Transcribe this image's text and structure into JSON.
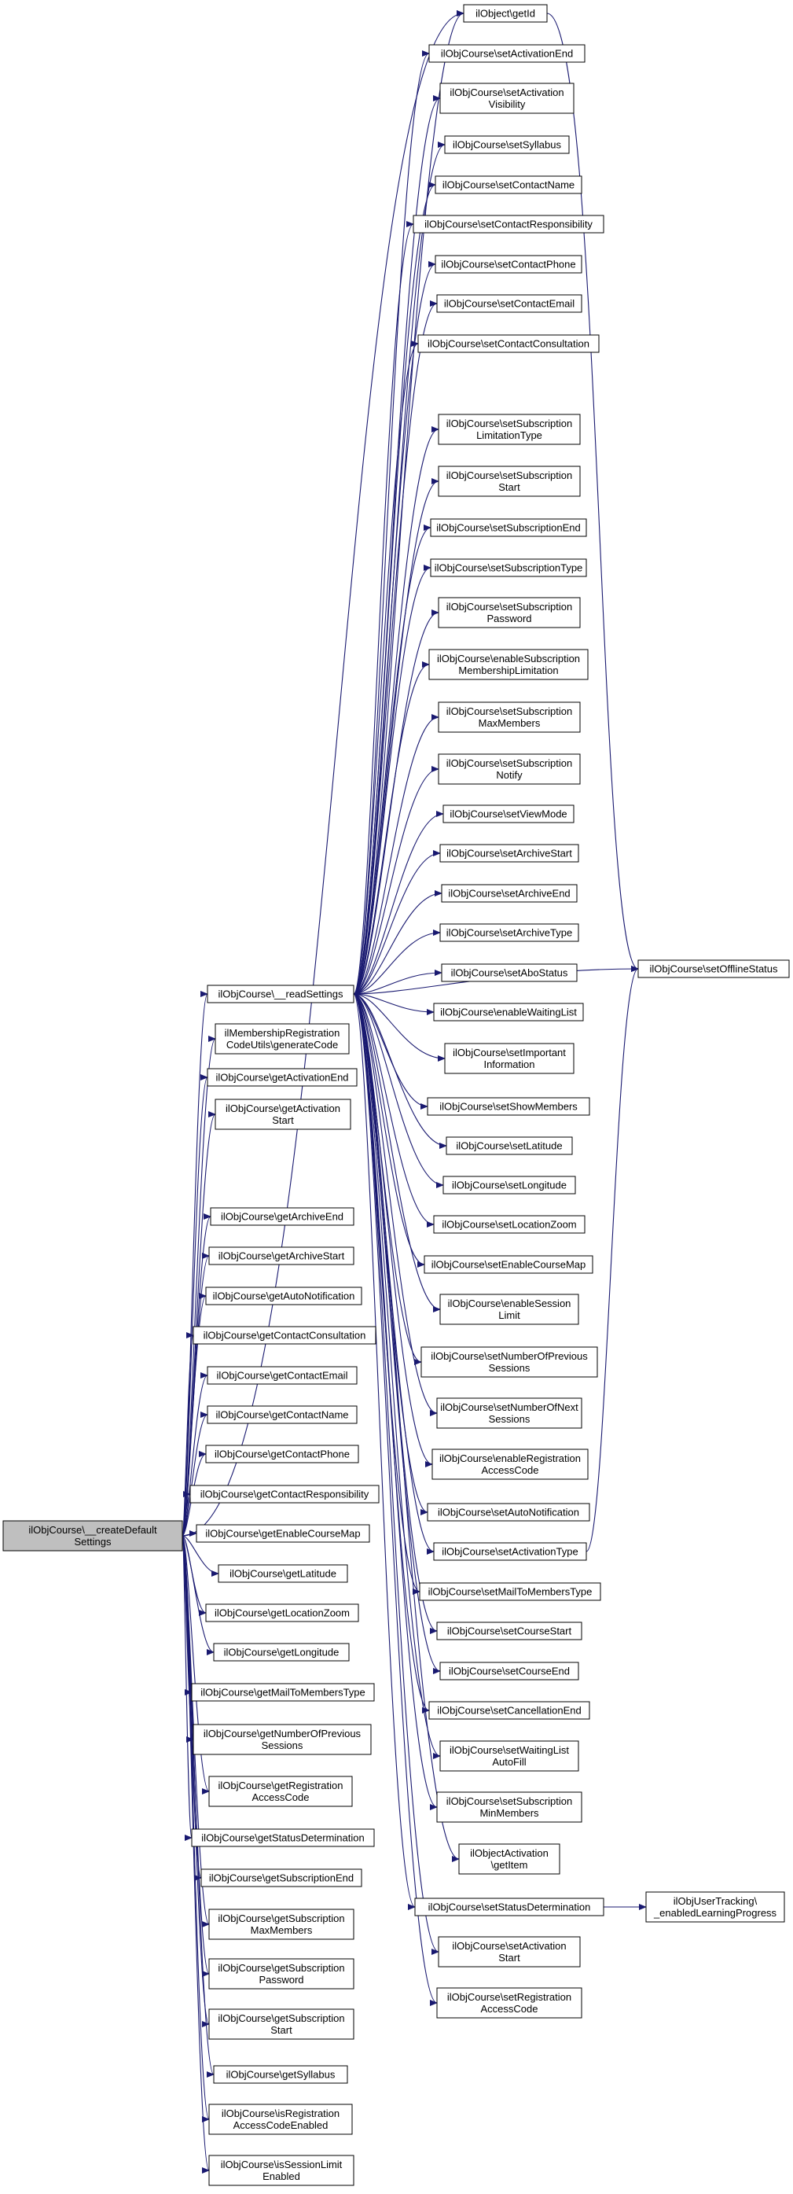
{
  "root": {
    "id": "root",
    "lines": [
      "ilObjCourse\\__createDefault",
      "Settings"
    ]
  },
  "mid_nodes": [
    {
      "id": "rs",
      "lines": [
        "ilObjCourse\\__readSettings"
      ]
    },
    {
      "id": "m1",
      "lines": [
        "ilMembershipRegistration",
        "CodeUtils\\generateCode"
      ]
    },
    {
      "id": "m2",
      "lines": [
        "ilObjCourse\\getActivationEnd"
      ]
    },
    {
      "id": "m3",
      "lines": [
        "ilObjCourse\\getActivation",
        "Start"
      ]
    },
    {
      "id": "m4",
      "lines": [
        "ilObjCourse\\getArchiveEnd"
      ]
    },
    {
      "id": "m5",
      "lines": [
        "ilObjCourse\\getArchiveStart"
      ]
    },
    {
      "id": "m6",
      "lines": [
        "ilObjCourse\\getAutoNotification"
      ]
    },
    {
      "id": "m7",
      "lines": [
        "ilObjCourse\\getContactConsultation"
      ]
    },
    {
      "id": "m8",
      "lines": [
        "ilObjCourse\\getContactEmail"
      ]
    },
    {
      "id": "m9",
      "lines": [
        "ilObjCourse\\getContactName"
      ]
    },
    {
      "id": "m10",
      "lines": [
        "ilObjCourse\\getContactPhone"
      ]
    },
    {
      "id": "m11",
      "lines": [
        "ilObjCourse\\getContactResponsibility"
      ]
    },
    {
      "id": "m12",
      "lines": [
        "ilObjCourse\\getEnableCourseMap"
      ]
    },
    {
      "id": "m13",
      "lines": [
        "ilObjCourse\\getLatitude"
      ]
    },
    {
      "id": "m14",
      "lines": [
        "ilObjCourse\\getLocationZoom"
      ]
    },
    {
      "id": "m15",
      "lines": [
        "ilObjCourse\\getLongitude"
      ]
    },
    {
      "id": "m16",
      "lines": [
        "ilObjCourse\\getMailToMembersType"
      ]
    },
    {
      "id": "m17",
      "lines": [
        "ilObjCourse\\getNumberOfPrevious",
        "Sessions"
      ]
    },
    {
      "id": "m18",
      "lines": [
        "ilObjCourse\\getRegistration",
        "AccessCode"
      ]
    },
    {
      "id": "m19",
      "lines": [
        "ilObjCourse\\getStatusDetermination"
      ]
    },
    {
      "id": "m20",
      "lines": [
        "ilObjCourse\\getSubscriptionEnd"
      ]
    },
    {
      "id": "m21",
      "lines": [
        "ilObjCourse\\getSubscription",
        "MaxMembers"
      ]
    },
    {
      "id": "m22",
      "lines": [
        "ilObjCourse\\getSubscription",
        "Password"
      ]
    },
    {
      "id": "m23",
      "lines": [
        "ilObjCourse\\getSubscription",
        "Start"
      ]
    },
    {
      "id": "m24",
      "lines": [
        "ilObjCourse\\getSyllabus"
      ]
    },
    {
      "id": "m25",
      "lines": [
        "ilObjCourse\\isRegistration",
        "AccessCodeEnabled"
      ]
    },
    {
      "id": "m26",
      "lines": [
        "ilObjCourse\\isSessionLimit",
        "Enabled"
      ]
    }
  ],
  "right_nodes": [
    {
      "id": "r0",
      "lines": [
        "ilObject\\getId"
      ]
    },
    {
      "id": "r1",
      "lines": [
        "ilObjCourse\\setActivationEnd"
      ]
    },
    {
      "id": "r2",
      "lines": [
        "ilObjCourse\\setActivation",
        "Visibility"
      ]
    },
    {
      "id": "r3",
      "lines": [
        "ilObjCourse\\setSyllabus"
      ]
    },
    {
      "id": "r4",
      "lines": [
        "ilObjCourse\\setContactName"
      ]
    },
    {
      "id": "r5",
      "lines": [
        "ilObjCourse\\setContactResponsibility"
      ]
    },
    {
      "id": "r6",
      "lines": [
        "ilObjCourse\\setContactPhone"
      ]
    },
    {
      "id": "r7",
      "lines": [
        "ilObjCourse\\setContactEmail"
      ]
    },
    {
      "id": "r8",
      "lines": [
        "ilObjCourse\\setContactConsultation"
      ]
    },
    {
      "id": "r9",
      "lines": [
        "ilObjCourse\\setSubscription",
        "LimitationType"
      ]
    },
    {
      "id": "r10",
      "lines": [
        "ilObjCourse\\setSubscription",
        "Start"
      ]
    },
    {
      "id": "r11",
      "lines": [
        "ilObjCourse\\setSubscriptionEnd"
      ]
    },
    {
      "id": "r12",
      "lines": [
        "ilObjCourse\\setSubscriptionType"
      ]
    },
    {
      "id": "r13",
      "lines": [
        "ilObjCourse\\setSubscription",
        "Password"
      ]
    },
    {
      "id": "r14",
      "lines": [
        "ilObjCourse\\enableSubscription",
        "MembershipLimitation"
      ]
    },
    {
      "id": "r15",
      "lines": [
        "ilObjCourse\\setSubscription",
        "MaxMembers"
      ]
    },
    {
      "id": "r16",
      "lines": [
        "ilObjCourse\\setSubscription",
        "Notify"
      ]
    },
    {
      "id": "r17",
      "lines": [
        "ilObjCourse\\setViewMode"
      ]
    },
    {
      "id": "r18",
      "lines": [
        "ilObjCourse\\setArchiveStart"
      ]
    },
    {
      "id": "r19",
      "lines": [
        "ilObjCourse\\setArchiveEnd"
      ]
    },
    {
      "id": "r20",
      "lines": [
        "ilObjCourse\\setArchiveType"
      ]
    },
    {
      "id": "r21",
      "lines": [
        "ilObjCourse\\setAboStatus"
      ]
    },
    {
      "id": "r22",
      "lines": [
        "ilObjCourse\\enableWaitingList"
      ]
    },
    {
      "id": "r23",
      "lines": [
        "ilObjCourse\\setImportant",
        "Information"
      ]
    },
    {
      "id": "r24",
      "lines": [
        "ilObjCourse\\setShowMembers"
      ]
    },
    {
      "id": "r25",
      "lines": [
        "ilObjCourse\\setLatitude"
      ]
    },
    {
      "id": "r26",
      "lines": [
        "ilObjCourse\\setLongitude"
      ]
    },
    {
      "id": "r27",
      "lines": [
        "ilObjCourse\\setLocationZoom"
      ]
    },
    {
      "id": "r28",
      "lines": [
        "ilObjCourse\\setEnableCourseMap"
      ]
    },
    {
      "id": "r29",
      "lines": [
        "ilObjCourse\\enableSession",
        "Limit"
      ]
    },
    {
      "id": "r30",
      "lines": [
        "ilObjCourse\\setNumberOfPrevious",
        "Sessions"
      ]
    },
    {
      "id": "r31",
      "lines": [
        "ilObjCourse\\setNumberOfNext",
        "Sessions"
      ]
    },
    {
      "id": "r32",
      "lines": [
        "ilObjCourse\\enableRegistration",
        "AccessCode"
      ]
    },
    {
      "id": "r33",
      "lines": [
        "ilObjCourse\\setAutoNotification"
      ]
    },
    {
      "id": "r34",
      "lines": [
        "ilObjCourse\\setActivationType"
      ]
    },
    {
      "id": "r35",
      "lines": [
        "ilObjCourse\\setMailToMembersType"
      ]
    },
    {
      "id": "r36",
      "lines": [
        "ilObjCourse\\setCourseStart"
      ]
    },
    {
      "id": "r37",
      "lines": [
        "ilObjCourse\\setCourseEnd"
      ]
    },
    {
      "id": "r38",
      "lines": [
        "ilObjCourse\\setCancellationEnd"
      ]
    },
    {
      "id": "r39",
      "lines": [
        "ilObjCourse\\setWaitingList",
        "AutoFill"
      ]
    },
    {
      "id": "r40",
      "lines": [
        "ilObjCourse\\setSubscription",
        "MinMembers"
      ]
    },
    {
      "id": "r41",
      "lines": [
        "ilObjectActivation",
        "\\getItem"
      ]
    },
    {
      "id": "r42",
      "lines": [
        "ilObjCourse\\setStatusDetermination"
      ]
    },
    {
      "id": "r43",
      "lines": [
        "ilObjCourse\\setActivation",
        "Start"
      ]
    },
    {
      "id": "r44",
      "lines": [
        "ilObjCourse\\setRegistration",
        "AccessCode"
      ]
    }
  ],
  "far_nodes": [
    {
      "id": "f1",
      "lines": [
        "ilObjCourse\\setOfflineStatus"
      ]
    },
    {
      "id": "f2",
      "lines": [
        "ilObjUserTracking\\",
        "_enabledLearningProgress"
      ]
    }
  ],
  "colors": {
    "edge": "#191970",
    "root_fill": "#bfbfbf",
    "node_fill": "#ffffff"
  }
}
